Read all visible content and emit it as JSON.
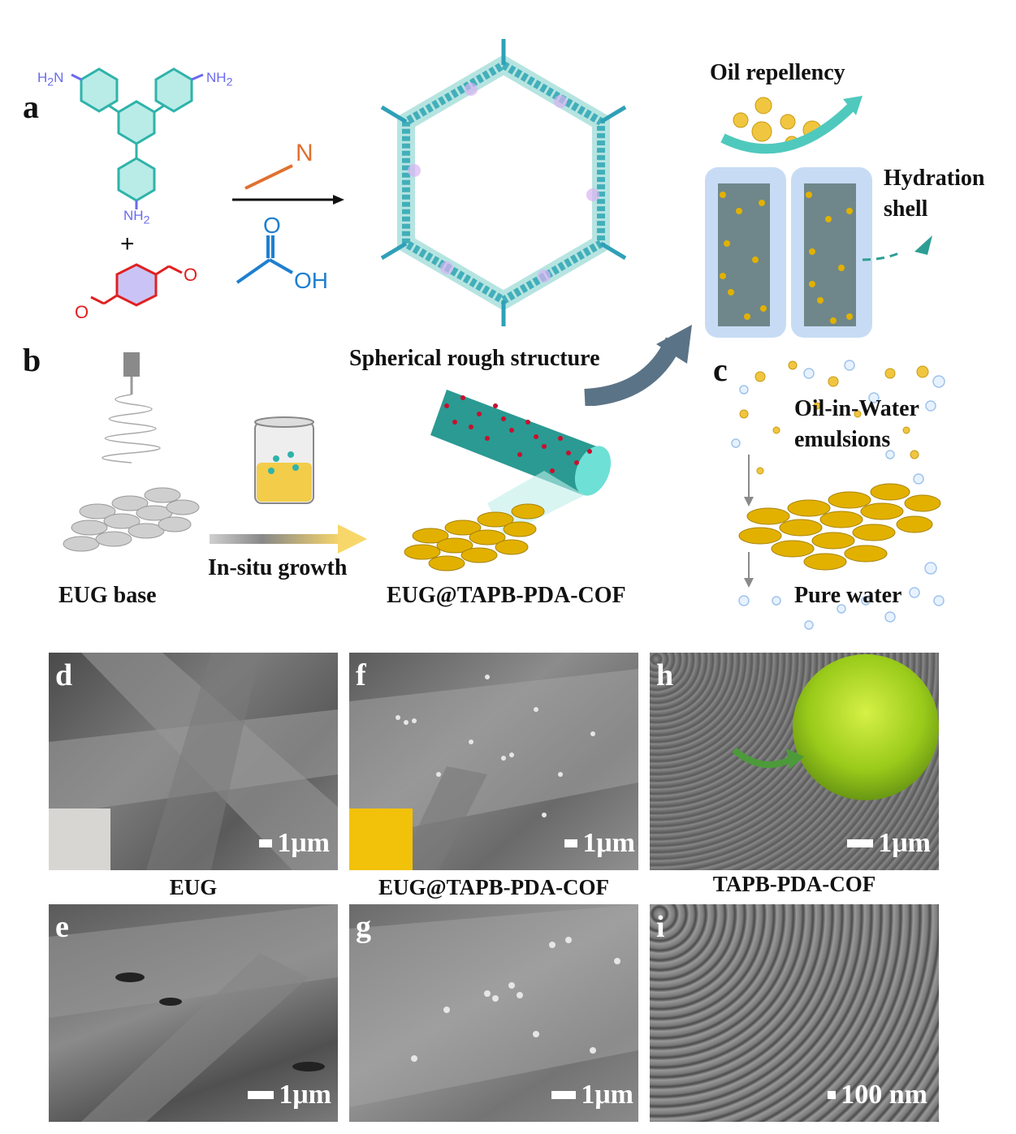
{
  "panels": {
    "a": "a",
    "b": "b",
    "c": "c",
    "d": "d",
    "e": "e",
    "f": "f",
    "g": "g",
    "h": "h",
    "i": "i"
  },
  "chem": {
    "amine_label": "NH",
    "amine_sub": "2",
    "amine_label_left": "H",
    "amine_left_sub": "2",
    "amine_left_n": "N",
    "plus": "+",
    "nitrile_n": "N",
    "acid_o": "O",
    "acid_oh": "OH",
    "aldehyde_o": "O"
  },
  "top_labels": {
    "oil_repellency": "Oil repellency",
    "hydration_shell_1": "Hydration",
    "hydration_shell_2": "shell",
    "spherical": "Spherical rough structure",
    "oil_in_water_1": "Oil-in-Water",
    "oil_in_water_2": "emulsions",
    "pure_water": "Pure water",
    "in_situ": "In-situ growth",
    "eug_base": "EUG base",
    "eug_cof": "EUG@TAPB-PDA-COF"
  },
  "sem": {
    "scale_1um": "1μm",
    "scale_100nm": "100 nm",
    "caption_eug": "EUG",
    "caption_eug_cof": "EUG@TAPB-PDA-COF",
    "caption_cof": "TAPB-PDA-COF"
  },
  "colors": {
    "teal": "#2fb3aa",
    "gold": "#e2b100",
    "sem_bg": "#6b6b6b",
    "arrow_slate": "#5b7386",
    "aldehyde_red": "#e02020",
    "amine_blue": "#6a6af0"
  }
}
